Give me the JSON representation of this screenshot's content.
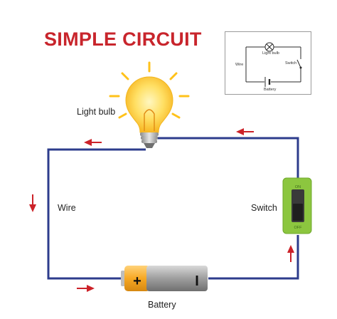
{
  "title": "SIMPLE CIRCUIT",
  "labels": {
    "light_bulb": "Light bulb",
    "wire": "Wire",
    "switch": "Switch",
    "battery": "Battery"
  },
  "battery": {
    "plus": "+",
    "minus": "I"
  },
  "switch": {
    "on": "ON",
    "off": "OFF"
  },
  "schematic": {
    "light_bulb": "Light bulb",
    "wire": "Wire",
    "switch": "Switch",
    "battery": "Battery"
  },
  "colors": {
    "title": "#c8252c",
    "wire": "#2d3c8c",
    "arrow": "#cc2229",
    "bulb": "#ffd54a",
    "switch": "#8cc63f",
    "battery_cap": "#f7a823",
    "battery_body": "#9a9a9a"
  },
  "icons": [
    "light-bulb-icon",
    "battery-icon",
    "switch-icon",
    "arrow-icon"
  ]
}
